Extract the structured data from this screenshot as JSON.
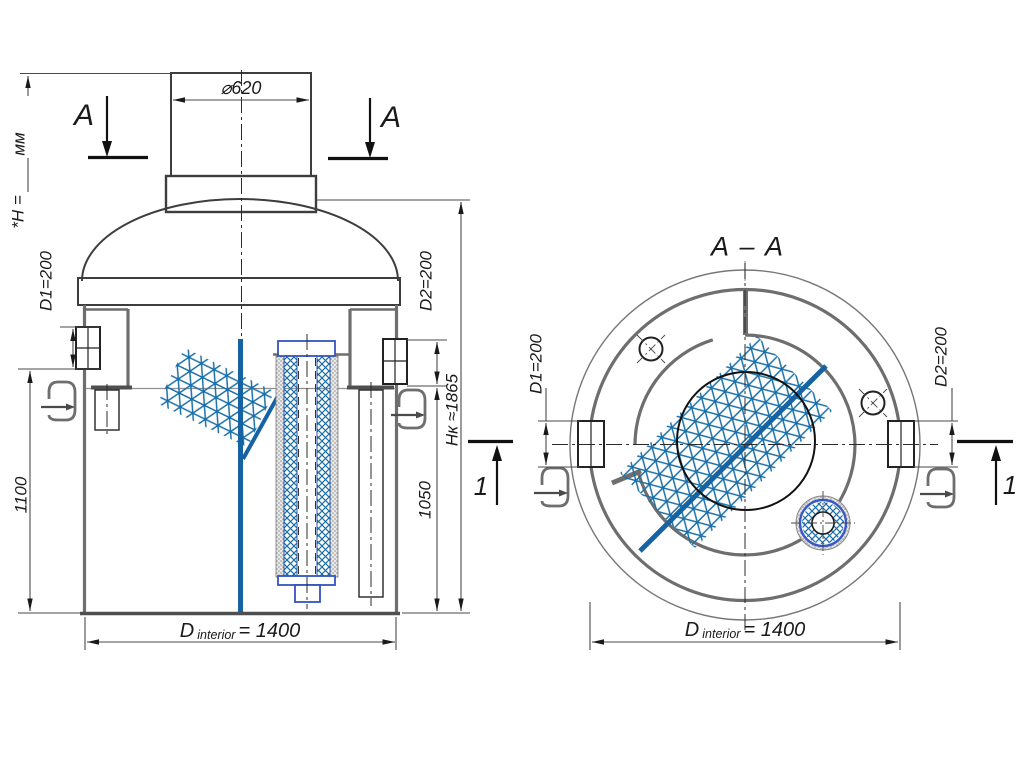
{
  "drawing": {
    "view_front": {
      "h_note": {
        "prefix": "*H =",
        "suffix": "мм"
      },
      "section_label": "A",
      "dims": {
        "neck_diameter": "⌀620",
        "inlet_nozzle": "D1=200",
        "outlet_nozzle": "D2=200",
        "body_height": "Hк ≈1865",
        "outlet_elevation": "1050",
        "inlet_elevation": "1100",
        "interior_diameter": {
          "prefix": "D",
          "sub": "interior",
          "value": "= 1400"
        }
      }
    },
    "view_section": {
      "title": "A – A",
      "section_label": "1",
      "dims": {
        "inlet_nozzle": "D1=200",
        "outlet_nozzle": "D2=200",
        "interior_diameter": {
          "prefix": "D",
          "sub": "interior",
          "value": "= 1400"
        }
      }
    },
    "colors": {
      "mesh_blue": "#1a6fa8",
      "divider_blue": "#1563a3",
      "cartridge_blue": "#3354bd",
      "wall_gray": "#6e6e6e",
      "line_dark": "#1a1a1a"
    }
  }
}
